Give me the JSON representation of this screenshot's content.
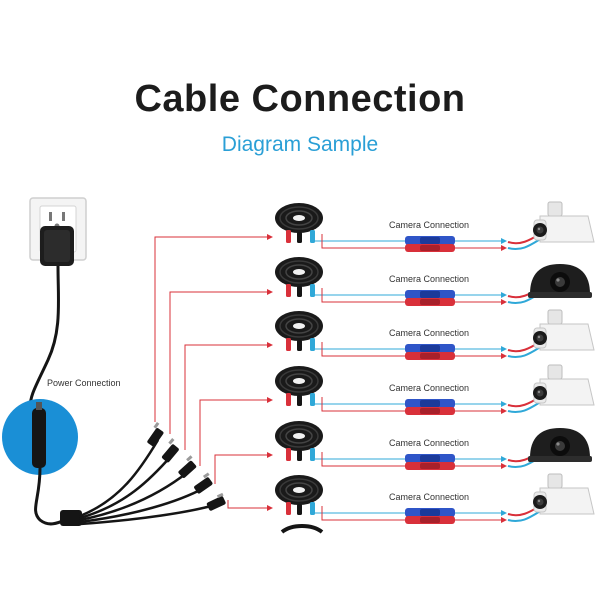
{
  "header": {
    "title": "Cable Connection",
    "subtitle": "Diagram Sample"
  },
  "labels": {
    "power": "Power Connection",
    "camera": "Camera Connection"
  },
  "colors": {
    "red_wire": "#d9303a",
    "blue_wire": "#2fa8d8",
    "cable": "#151515",
    "accent_blue": "#2a9fd6",
    "highlight_circle": "#1a8fd6"
  },
  "cameras": [
    {
      "icon": "bullet-camera-icon"
    },
    {
      "icon": "dome-camera-icon"
    },
    {
      "icon": "bullet-camera-icon"
    },
    {
      "icon": "bullet-camera-icon"
    },
    {
      "icon": "dome-camera-icon"
    },
    {
      "icon": "bullet-camera-icon"
    }
  ]
}
